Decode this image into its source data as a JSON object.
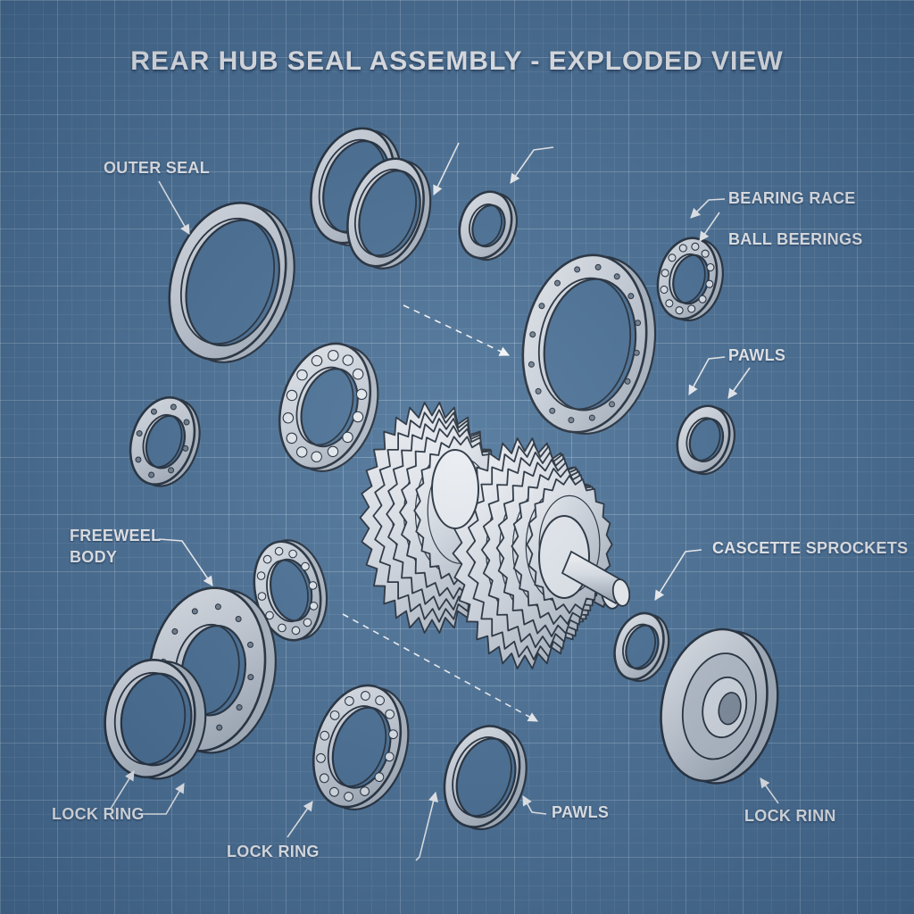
{
  "title": "REAR HUB SEAL ASSEMBLY - EXPLODED VIEW",
  "labels": {
    "outer_seal": "OUTER SEAL",
    "bearing_race": "BEARING RACE",
    "ball_bearings": "BALL BEERINGS",
    "pawls_upper": "PAWLS",
    "freewheel_body_line1": "FREEWEEL",
    "freewheel_body_line2": "BODY",
    "cassette_sprockets": "CASCETTE SPROCKETS",
    "lock_ring_left": "LOCK RING",
    "lock_ring_bottom": "LOCK RING",
    "pawls_bottom": "PAWLS",
    "lock_ring_right": "LOCK RINN"
  },
  "colors": {
    "background": "#52789c",
    "part_fill": "#dde3ea",
    "part_stroke": "#2a3440",
    "label_text": "#ffffff"
  }
}
